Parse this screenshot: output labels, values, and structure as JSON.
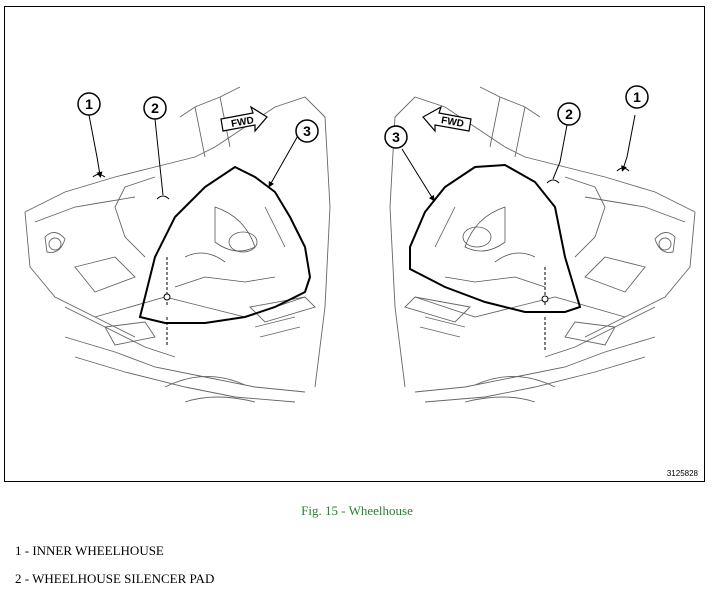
{
  "figure": {
    "number": "3125828",
    "caption": "Fig. 15 - Wheelhouse",
    "caption_color": "#2e7d32",
    "left_view": {
      "direction_label": "FWD",
      "callouts": [
        "1",
        "2",
        "3"
      ]
    },
    "right_view": {
      "direction_label": "FWD",
      "callouts": [
        "1",
        "2",
        "3"
      ]
    }
  },
  "legend": [
    {
      "text": "1 - INNER WHEELHOUSE"
    },
    {
      "text": "2 - WHEELHOUSE SILENCER PAD"
    }
  ]
}
